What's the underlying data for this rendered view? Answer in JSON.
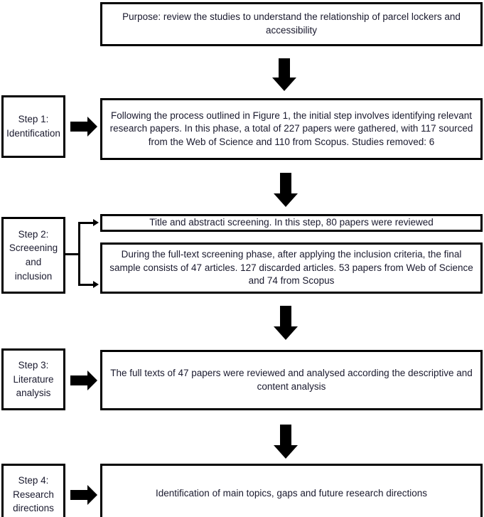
{
  "diagram": {
    "type": "flowchart",
    "title": "Review methodology flowchart",
    "accent_color": "#000000",
    "background_color": "#ffffff",
    "text_color": "#1a1a2e"
  },
  "purpose": {
    "text": "Purpose: review the studies to understand the relationship of parcel lockers and accessibility"
  },
  "steps": [
    {
      "id": "step1",
      "label": "Step 1: Identification",
      "content": "Following the process outlined in Figure 1, the initial step involves identifying relevant research papers. In this phase, a total of 227 papers were gathered, with 117 sourced from the Web of Science and 110 from Scopus. Studies removed: 6"
    },
    {
      "id": "step2",
      "label": "Step 2: Screeening and inclusion",
      "content_a": "Title and abstracti screening. In this step, 80 papers were reviewed",
      "content_b": "During the full-text screening phase, after applying the inclusion criteria, the final sample consists of 47 articles. 127 discarded articles. 53 papers from Web of Science and 74 from Scopus"
    },
    {
      "id": "step3",
      "label": "Step 3: Literature analysis",
      "content": "The  full texts of 47 papers were reviewed and analysed according the descriptive and content analysis"
    },
    {
      "id": "step4",
      "label": "Step 4: Research directions",
      "content": "Identification of main topics, gaps and future research directions"
    }
  ],
  "icons": {
    "down_arrow": "down-arrow-icon",
    "right_arrow": "right-arrow-icon",
    "branch_connector": "branch-connector-icon"
  }
}
